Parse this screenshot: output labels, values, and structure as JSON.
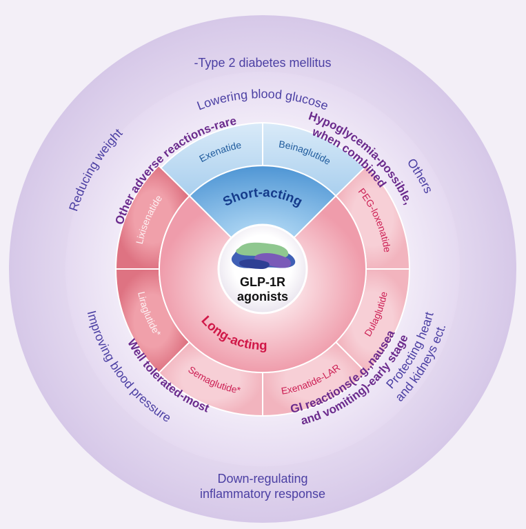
{
  "center": {
    "line1": "GLP-1R",
    "line2": "agonists"
  },
  "categories": {
    "short": "Short-acting",
    "long": "Long-acting"
  },
  "drugs": {
    "exenatide": "Exenatide",
    "beinaglutide": "Beinaglutide",
    "peg_loxenatide": "PEG-loxenatide",
    "dulaglutide": "Dulaglutide",
    "exenatide_lar": "Exenatide-LAR",
    "semaglutide": "Semaglutide*",
    "liraglutide": "Liraglutide*",
    "lixisenatide": "Lixisenatide"
  },
  "safety": {
    "adverse": "Other adverse reactions-rare",
    "hypo_1": "Hypoglycemia-possible,",
    "hypo_2": "when combined",
    "tolerated": "Well tolerated-most",
    "gi_1": "GI reactions(e.g.,nausea",
    "gi_2": "and vomiting)-early stage"
  },
  "effects": {
    "glucose_1": "Lowering blood glucose",
    "glucose_2": "-Type 2 diabetes mellitus",
    "weight": "Reducing weight",
    "others": "Others",
    "bp": "Improving blood pressure",
    "heart_1": "Protecting heart",
    "heart_2": "and kidneys ect.",
    "inflam_1": "Down-regulating",
    "inflam_2": "inflammatory response"
  },
  "colors": {
    "background": "#f3eff7",
    "outer_ring": "#ddd1ec",
    "middle_ring": "#ebe2f4",
    "short_acting": "#9cc8ea",
    "long_acting": "#f0a8b3",
    "outer_text": "#4b3fa3",
    "middle_text": "#6a2a8c"
  }
}
